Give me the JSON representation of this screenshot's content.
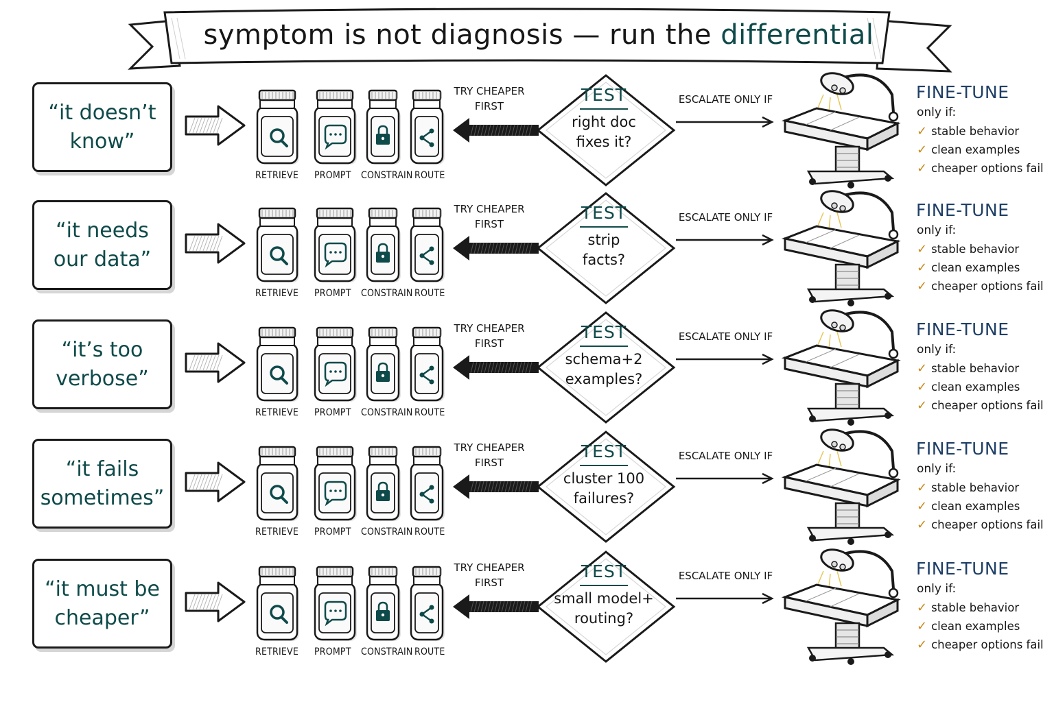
{
  "title": {
    "prefix": "symptom is not diagnosis — run the",
    "highlight": "differential"
  },
  "colors": {
    "accent_teal": "#0f4a4a",
    "finetune_blue": "#1f3f66",
    "check_gold": "#c98a1a",
    "ink": "#161616"
  },
  "remedies": [
    {
      "label": "RETRIEVE",
      "icon": "magnifier-icon"
    },
    {
      "label": "PROMPT",
      "icon": "speech-bubble-icon"
    },
    {
      "label": "CONSTRAIN",
      "icon": "padlock-icon"
    },
    {
      "label": "ROUTE",
      "icon": "share-route-icon"
    }
  ],
  "rows": [
    {
      "symptom": [
        "“it doesn’t",
        "know”"
      ],
      "try_label": [
        "TRY CHEAPER",
        "FIRST"
      ],
      "test_title": "TEST",
      "test_question": [
        "right doc",
        "fixes it?"
      ],
      "escalate_label": "ESCALATE ONLY IF",
      "finetune_title": "FINE-TUNE",
      "finetune_only": "only if:",
      "conditions": [
        "stable behavior",
        "clean examples",
        "cheaper options fail"
      ]
    },
    {
      "symptom": [
        "“it needs",
        "our data”"
      ],
      "try_label": [
        "TRY CHEAPER",
        "FIRST"
      ],
      "test_title": "TEST",
      "test_question": [
        "strip",
        "facts?"
      ],
      "escalate_label": "ESCALATE ONLY IF",
      "finetune_title": "FINE-TUNE",
      "finetune_only": "only if:",
      "conditions": [
        "stable behavior",
        "clean examples",
        "cheaper options fail"
      ]
    },
    {
      "symptom": [
        "“it’s too",
        "verbose”"
      ],
      "try_label": [
        "TRY CHEAPER",
        "FIRST"
      ],
      "test_title": "TEST",
      "test_question": [
        "schema+2",
        "examples?"
      ],
      "escalate_label": "ESCALATE ONLY IF",
      "finetune_title": "FINE-TUNE",
      "finetune_only": "only if:",
      "conditions": [
        "stable behavior",
        "clean examples",
        "cheaper options fail"
      ]
    },
    {
      "symptom": [
        "“it fails",
        "sometimes”"
      ],
      "try_label": [
        "TRY CHEAPER",
        "FIRST"
      ],
      "test_title": "TEST",
      "test_question": [
        "cluster 100",
        "failures?"
      ],
      "escalate_label": "ESCALATE ONLY IF",
      "finetune_title": "FINE-TUNE",
      "finetune_only": "only if:",
      "conditions": [
        "stable behavior",
        "clean examples",
        "cheaper options fail"
      ]
    },
    {
      "symptom": [
        "“it must be",
        "cheaper”"
      ],
      "try_label": [
        "TRY CHEAPER",
        "FIRST"
      ],
      "test_title": "TEST",
      "test_question": [
        "small model+",
        "routing?"
      ],
      "escalate_label": "ESCALATE ONLY IF",
      "finetune_title": "FINE-TUNE",
      "finetune_only": "only if:",
      "conditions": [
        "stable behavior",
        "clean examples",
        "cheaper options fail"
      ]
    }
  ]
}
